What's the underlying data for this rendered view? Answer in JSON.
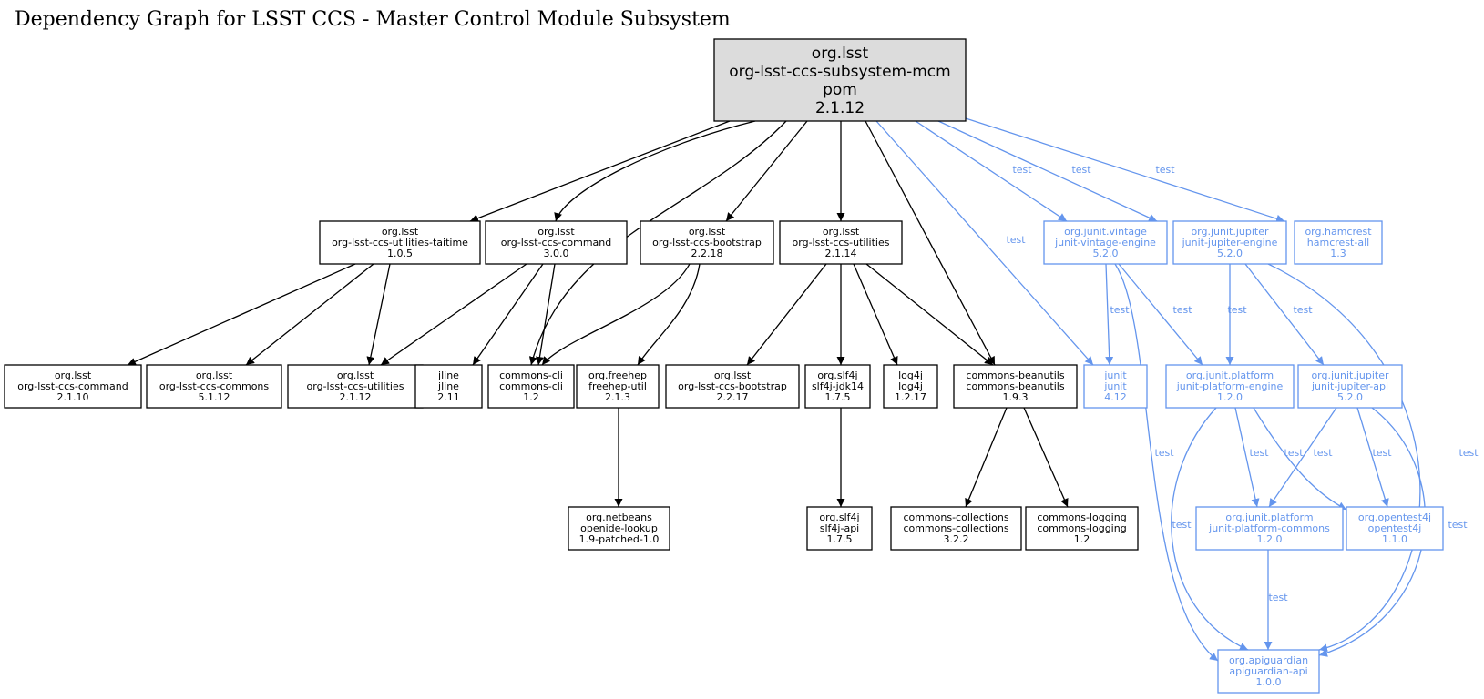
{
  "title": "Dependency Graph for LSST CCS - Master Control Module Subsystem",
  "colors": {
    "compile": "#000000",
    "test": "#6495ed",
    "root_fill": "#dcdcdc"
  },
  "nodes": [
    {
      "id": "root",
      "lines": [
        "org.lsst",
        "org-lsst-ccs-subsystem-mcm",
        "pom",
        "2.1.12"
      ],
      "kind": "root"
    },
    {
      "id": "taitime",
      "lines": [
        "org.lsst",
        "org-lsst-ccs-utilities-taitime",
        "1.0.5"
      ],
      "kind": "compile"
    },
    {
      "id": "command300",
      "lines": [
        "org.lsst",
        "org-lsst-ccs-command",
        "3.0.0"
      ],
      "kind": "compile"
    },
    {
      "id": "bootstrap2218",
      "lines": [
        "org.lsst",
        "org-lsst-ccs-bootstrap",
        "2.2.18"
      ],
      "kind": "compile"
    },
    {
      "id": "utilities2114",
      "lines": [
        "org.lsst",
        "org-lsst-ccs-utilities",
        "2.1.14"
      ],
      "kind": "compile"
    },
    {
      "id": "vintage",
      "lines": [
        "org.junit.vintage",
        "junit-vintage-engine",
        "5.2.0"
      ],
      "kind": "test"
    },
    {
      "id": "jupengine",
      "lines": [
        "org.junit.jupiter",
        "junit-jupiter-engine",
        "5.2.0"
      ],
      "kind": "test"
    },
    {
      "id": "hamcrest",
      "lines": [
        "org.hamcrest",
        "hamcrest-all",
        "1.3"
      ],
      "kind": "test"
    },
    {
      "id": "command2110",
      "lines": [
        "org.lsst",
        "org-lsst-ccs-command",
        "2.1.10"
      ],
      "kind": "compile"
    },
    {
      "id": "commons5112",
      "lines": [
        "org.lsst",
        "org-lsst-ccs-commons",
        "5.1.12"
      ],
      "kind": "compile"
    },
    {
      "id": "utilities2112",
      "lines": [
        "org.lsst",
        "org-lsst-ccs-utilities",
        "2.1.12"
      ],
      "kind": "compile"
    },
    {
      "id": "jline",
      "lines": [
        "jline",
        "jline",
        "2.11"
      ],
      "kind": "compile"
    },
    {
      "id": "commonscli",
      "lines": [
        "commons-cli",
        "commons-cli",
        "1.2"
      ],
      "kind": "compile"
    },
    {
      "id": "freehep",
      "lines": [
        "org.freehep",
        "freehep-util",
        "2.1.3"
      ],
      "kind": "compile"
    },
    {
      "id": "bootstrap2217",
      "lines": [
        "org.lsst",
        "org-lsst-ccs-bootstrap",
        "2.2.17"
      ],
      "kind": "compile"
    },
    {
      "id": "slf4jjdk",
      "lines": [
        "org.slf4j",
        "slf4j-jdk14",
        "1.7.5"
      ],
      "kind": "compile"
    },
    {
      "id": "log4j",
      "lines": [
        "log4j",
        "log4j",
        "1.2.17"
      ],
      "kind": "compile"
    },
    {
      "id": "beanutils",
      "lines": [
        "commons-beanutils",
        "commons-beanutils",
        "1.9.3"
      ],
      "kind": "compile"
    },
    {
      "id": "junit",
      "lines": [
        "junit",
        "junit",
        "4.12"
      ],
      "kind": "test"
    },
    {
      "id": "platengine",
      "lines": [
        "org.junit.platform",
        "junit-platform-engine",
        "1.2.0"
      ],
      "kind": "test"
    },
    {
      "id": "jupapi",
      "lines": [
        "org.junit.jupiter",
        "junit-jupiter-api",
        "5.2.0"
      ],
      "kind": "test"
    },
    {
      "id": "openide",
      "lines": [
        "org.netbeans",
        "openide-lookup",
        "1.9-patched-1.0"
      ],
      "kind": "compile"
    },
    {
      "id": "slf4japi",
      "lines": [
        "org.slf4j",
        "slf4j-api",
        "1.7.5"
      ],
      "kind": "compile"
    },
    {
      "id": "collections",
      "lines": [
        "commons-collections",
        "commons-collections",
        "3.2.2"
      ],
      "kind": "compile"
    },
    {
      "id": "logging",
      "lines": [
        "commons-logging",
        "commons-logging",
        "1.2"
      ],
      "kind": "compile"
    },
    {
      "id": "platcommons",
      "lines": [
        "org.junit.platform",
        "junit-platform-commons",
        "1.2.0"
      ],
      "kind": "test"
    },
    {
      "id": "opentest4j",
      "lines": [
        "org.opentest4j",
        "opentest4j",
        "1.1.0"
      ],
      "kind": "test"
    },
    {
      "id": "apiguardian",
      "lines": [
        "org.apiguardian",
        "apiguardian-api",
        "1.0.0"
      ],
      "kind": "test"
    }
  ],
  "edges": [
    {
      "from": "root",
      "to": "taitime",
      "kind": "compile",
      "label": ""
    },
    {
      "from": "root",
      "to": "command300",
      "kind": "compile",
      "label": ""
    },
    {
      "from": "root",
      "to": "commonscli",
      "kind": "compile",
      "label": ""
    },
    {
      "from": "root",
      "to": "bootstrap2218",
      "kind": "compile",
      "label": ""
    },
    {
      "from": "root",
      "to": "utilities2114",
      "kind": "compile",
      "label": ""
    },
    {
      "from": "root",
      "to": "beanutils",
      "kind": "compile",
      "label": ""
    },
    {
      "from": "root",
      "to": "junit",
      "kind": "test",
      "label": "test"
    },
    {
      "from": "root",
      "to": "vintage",
      "kind": "test",
      "label": "test"
    },
    {
      "from": "root",
      "to": "jupengine",
      "kind": "test",
      "label": "test"
    },
    {
      "from": "root",
      "to": "hamcrest",
      "kind": "test",
      "label": "test"
    },
    {
      "from": "taitime",
      "to": "command2110",
      "kind": "compile",
      "label": ""
    },
    {
      "from": "taitime",
      "to": "commons5112",
      "kind": "compile",
      "label": ""
    },
    {
      "from": "taitime",
      "to": "utilities2112",
      "kind": "compile",
      "label": ""
    },
    {
      "from": "command300",
      "to": "utilities2112",
      "kind": "compile",
      "label": ""
    },
    {
      "from": "command300",
      "to": "jline",
      "kind": "compile",
      "label": ""
    },
    {
      "from": "command300",
      "to": "commonscli",
      "kind": "compile",
      "label": ""
    },
    {
      "from": "bootstrap2218",
      "to": "commonscli",
      "kind": "compile",
      "label": ""
    },
    {
      "from": "bootstrap2218",
      "to": "freehep",
      "kind": "compile",
      "label": ""
    },
    {
      "from": "utilities2114",
      "to": "bootstrap2217",
      "kind": "compile",
      "label": ""
    },
    {
      "from": "utilities2114",
      "to": "slf4jjdk",
      "kind": "compile",
      "label": ""
    },
    {
      "from": "utilities2114",
      "to": "log4j",
      "kind": "compile",
      "label": ""
    },
    {
      "from": "utilities2114",
      "to": "beanutils",
      "kind": "compile",
      "label": ""
    },
    {
      "from": "freehep",
      "to": "openide",
      "kind": "compile",
      "label": ""
    },
    {
      "from": "slf4jjdk",
      "to": "slf4japi",
      "kind": "compile",
      "label": ""
    },
    {
      "from": "beanutils",
      "to": "collections",
      "kind": "compile",
      "label": ""
    },
    {
      "from": "beanutils",
      "to": "logging",
      "kind": "compile",
      "label": ""
    },
    {
      "from": "vintage",
      "to": "junit",
      "kind": "test",
      "label": "test"
    },
    {
      "from": "vintage",
      "to": "platengine",
      "kind": "test",
      "label": "test"
    },
    {
      "from": "vintage",
      "to": "apiguardian",
      "kind": "test",
      "label": "test"
    },
    {
      "from": "jupengine",
      "to": "platengine",
      "kind": "test",
      "label": "test"
    },
    {
      "from": "jupengine",
      "to": "jupapi",
      "kind": "test",
      "label": "test"
    },
    {
      "from": "jupengine",
      "to": "apiguardian",
      "kind": "test",
      "label": "test"
    },
    {
      "from": "platengine",
      "to": "platcommons",
      "kind": "test",
      "label": "test"
    },
    {
      "from": "platengine",
      "to": "opentest4j",
      "kind": "test",
      "label": "test"
    },
    {
      "from": "platengine",
      "to": "apiguardian",
      "kind": "test",
      "label": "test"
    },
    {
      "from": "jupapi",
      "to": "platcommons",
      "kind": "test",
      "label": "test"
    },
    {
      "from": "jupapi",
      "to": "opentest4j",
      "kind": "test",
      "label": "test"
    },
    {
      "from": "jupapi",
      "to": "apiguardian",
      "kind": "test",
      "label": "test"
    },
    {
      "from": "platcommons",
      "to": "apiguardian",
      "kind": "test",
      "label": "test"
    }
  ]
}
